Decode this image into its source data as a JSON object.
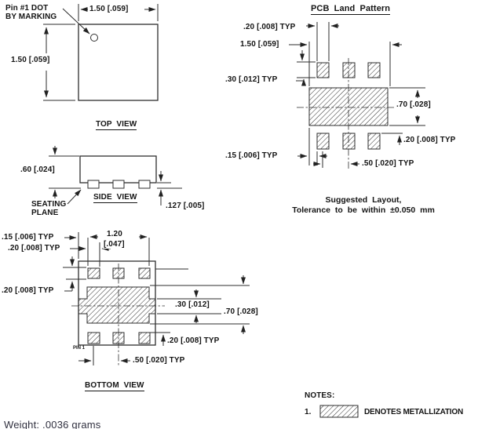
{
  "top_view": {
    "title": "TOP VIEW",
    "pin1_label_line1": "Pin #1 DOT",
    "pin1_label_line2": "BY MARKING",
    "width_dim": "1.50 [.059]",
    "height_dim": "1.50 [.059]"
  },
  "side_view": {
    "title": "SIDE VIEW",
    "height_dim": ".60 [.024]",
    "standoff_dim": ".127 [.005]",
    "seating_line1": "SEATING",
    "seating_line2": "PLANE"
  },
  "bottom_view": {
    "title": "BOTTOM VIEW",
    "edge_gap_dim": ".15 [.006] TYP",
    "pad_width_dim": ".20 [.008] TYP",
    "pad_height_dim": ".20 [.008] TYP",
    "pad_span_dim_line1": "1.20",
    "pad_span_dim_line2": "[.047]",
    "wing_height_dim": ".30 [.012]",
    "center_pad_height_dim": ".70 [.028]",
    "bottom_pad_height_dim": ".20 [.008] TYP",
    "pad_pitch_dim": ".50 [.020] TYP",
    "pin1_label": "PIN 1"
  },
  "land_pattern": {
    "title": "PCB Land Pattern",
    "pad_width_dim": ".20 [.008] TYP",
    "center_pad_width_dim": "1.50 [.059]",
    "pad_height_dim": ".30 [.012] TYP",
    "center_pad_height_dim": ".70 [.028]",
    "edge_gap_dim": ".15 [.006] TYP",
    "bottom_pad_dim": ".20 [.008] TYP",
    "pad_pitch_dim": ".50 [.020] TYP",
    "suggestion_line1": "Suggested Layout,",
    "suggestion_line2": "Tolerance to be within ±0.050 mm"
  },
  "notes": {
    "heading": "NOTES:",
    "item1_number": "1.",
    "item1_text": "DENOTES METALLIZATION"
  },
  "footer": {
    "weight": "Weight: .0036 grams"
  }
}
